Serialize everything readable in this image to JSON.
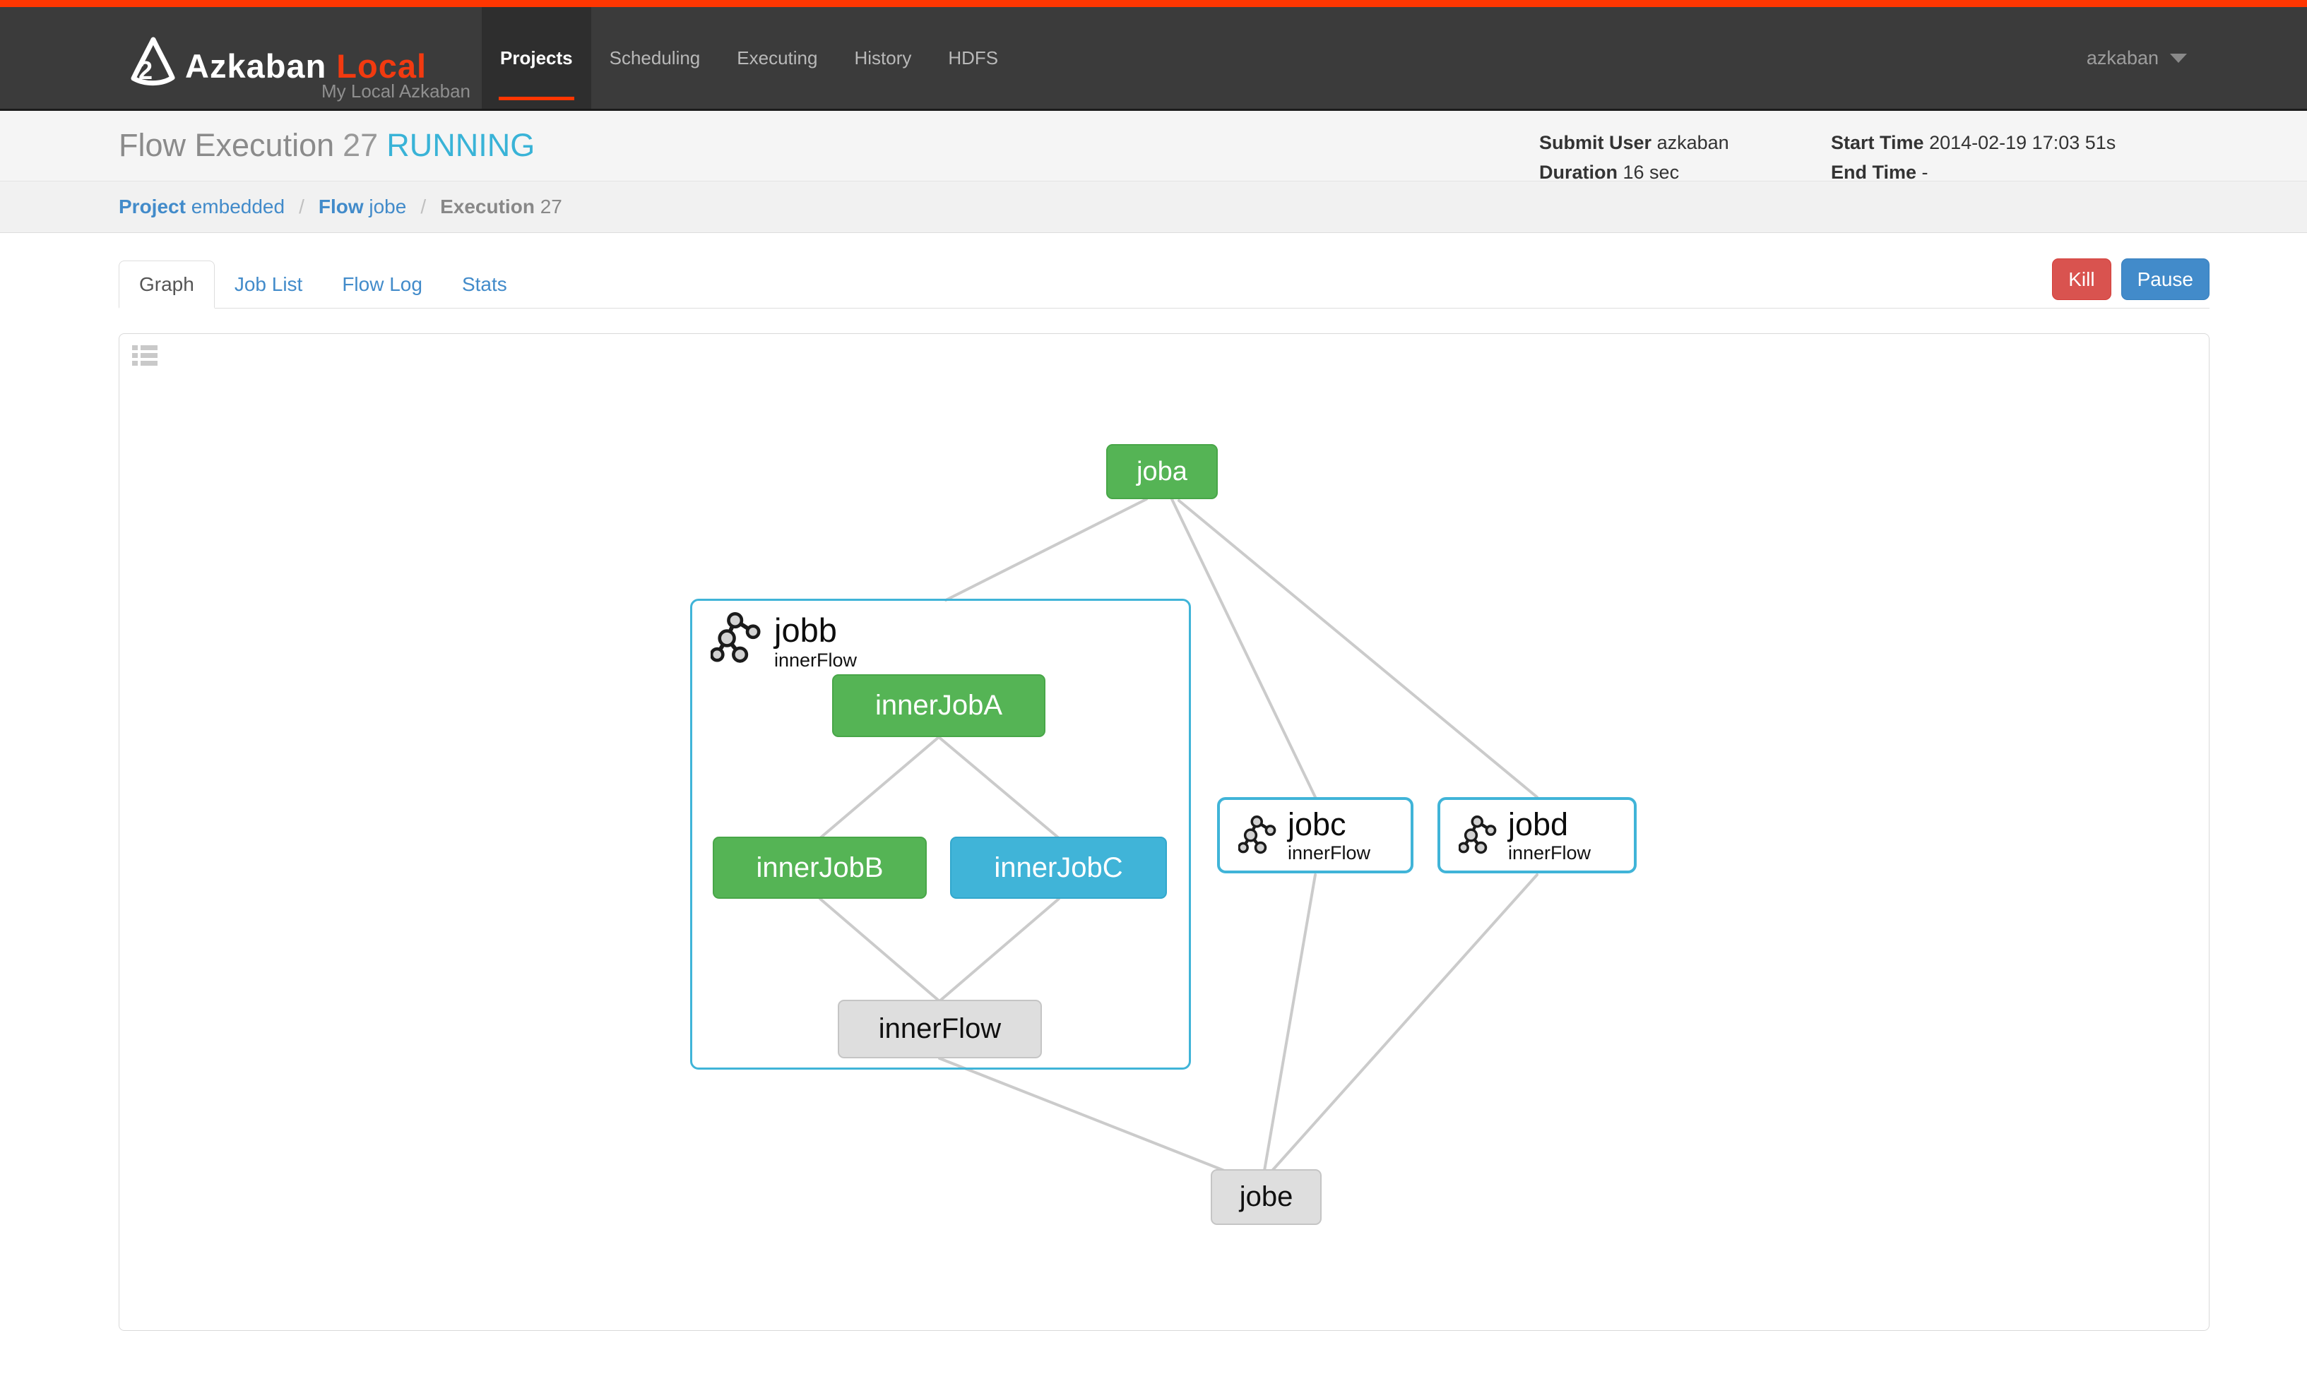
{
  "navbar": {
    "brand": "Azkaban",
    "brand_suffix": "Local",
    "brand_subtitle": "My Local Azkaban",
    "items": [
      {
        "label": "Projects",
        "active": true
      },
      {
        "label": "Scheduling",
        "active": false
      },
      {
        "label": "Executing",
        "active": false
      },
      {
        "label": "History",
        "active": false
      },
      {
        "label": "HDFS",
        "active": false
      }
    ],
    "user": "azkaban"
  },
  "header": {
    "title": "Flow Execution",
    "execution_id": "27",
    "status": "RUNNING",
    "details": [
      {
        "label": "Submit User",
        "value": "azkaban"
      },
      {
        "label": "Duration",
        "value": "16 sec"
      },
      {
        "label": "Start Time",
        "value": "2014-02-19 17:03 51s"
      },
      {
        "label": "End Time",
        "value": "-"
      }
    ]
  },
  "breadcrumb": [
    {
      "label": "Project",
      "value": "embedded"
    },
    {
      "label": "Flow",
      "value": "jobe"
    },
    {
      "label": "Execution",
      "value": "27"
    }
  ],
  "tabs": [
    {
      "label": "Graph",
      "active": true
    },
    {
      "label": "Job List",
      "active": false
    },
    {
      "label": "Flow Log",
      "active": false
    },
    {
      "label": "Stats",
      "active": false
    }
  ],
  "actions": {
    "kill": "Kill",
    "pause": "Pause"
  },
  "graph": {
    "nodes": {
      "joba": {
        "label": "joba",
        "status": "success"
      },
      "jobb": {
        "label": "jobb",
        "subtitle": "innerFlow",
        "status": "running-flow"
      },
      "innerJobA": {
        "label": "innerJobA",
        "status": "success"
      },
      "innerJobB": {
        "label": "innerJobB",
        "status": "success"
      },
      "innerJobC": {
        "label": "innerJobC",
        "status": "running"
      },
      "innerFlow": {
        "label": "innerFlow",
        "status": "ready"
      },
      "jobc": {
        "label": "jobc",
        "subtitle": "innerFlow",
        "status": "running-flow"
      },
      "jobd": {
        "label": "jobd",
        "subtitle": "innerFlow",
        "status": "running-flow"
      },
      "jobe": {
        "label": "jobe",
        "status": "ready"
      }
    },
    "edges": [
      [
        "joba",
        "jobb"
      ],
      [
        "joba",
        "jobc"
      ],
      [
        "joba",
        "jobd"
      ],
      [
        "jobb",
        "jobe"
      ],
      [
        "jobc",
        "jobe"
      ],
      [
        "jobd",
        "jobe"
      ],
      [
        "innerJobA",
        "innerJobB"
      ],
      [
        "innerJobA",
        "innerJobC"
      ],
      [
        "innerJobB",
        "innerFlow"
      ],
      [
        "innerJobC",
        "innerFlow"
      ]
    ]
  },
  "colors": {
    "accent_orange": "#ff3601",
    "success_green": "#55b455",
    "running_cyan": "#40b4d8",
    "ready_gray": "#dedede",
    "status_text_blue": "#39b3d7",
    "link_blue": "#428bca",
    "kill_red": "#d9534f",
    "pause_blue": "#428bca",
    "edge_gray": "#cbcbcb"
  }
}
